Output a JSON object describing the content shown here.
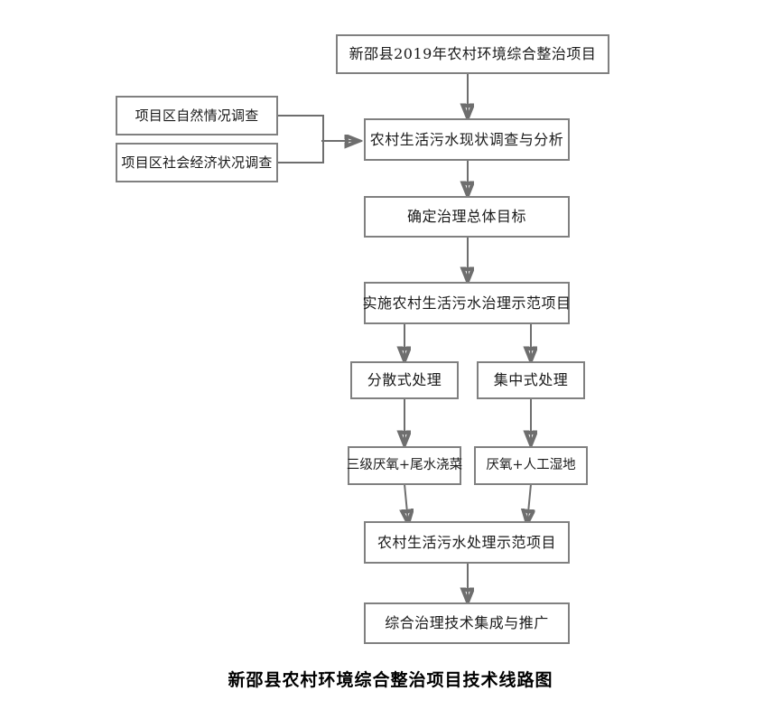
{
  "figure": {
    "caption": "新邵县农村环境综合整治项目技术线路图",
    "background_color": "#ffffff",
    "box_border_color": "#808080",
    "connector_color": "#6e6e6e",
    "text_color": "#1a1a1a"
  },
  "nodes": {
    "root": {
      "label": "新邵县2019年农村环境综合整治项目"
    },
    "input_natural": {
      "label": "项目区自然情况调查"
    },
    "input_socioeconomic": {
      "label": "项目区社会经济状况调查"
    },
    "survey_analysis": {
      "label": "农村生活污水现状调查与分析"
    },
    "overall_goal": {
      "label": "确定治理总体目标"
    },
    "demo_project": {
      "label": "实施农村生活污水治理示范项目"
    },
    "decentralized": {
      "label": "分散式处理"
    },
    "centralized": {
      "label": "集中式处理"
    },
    "tech_decentralized": {
      "label": "三级厌氧+尾水浇菜"
    },
    "tech_centralized": {
      "label": "厌氧+人工湿地"
    },
    "treatment_demo": {
      "label": "农村生活污水处理示范项目"
    },
    "integration_promotion": {
      "label": "综合治理技术集成与推广"
    }
  },
  "edges": [
    {
      "from": "root",
      "to": "survey_analysis",
      "arrow": true
    },
    {
      "from": "input_natural",
      "to": "survey_analysis",
      "arrow": true
    },
    {
      "from": "input_socioeconomic",
      "to": "survey_analysis",
      "arrow": true
    },
    {
      "from": "survey_analysis",
      "to": "overall_goal",
      "arrow": true
    },
    {
      "from": "overall_goal",
      "to": "demo_project",
      "arrow": true
    },
    {
      "from": "demo_project",
      "to": "decentralized",
      "arrow": true
    },
    {
      "from": "demo_project",
      "to": "centralized",
      "arrow": true
    },
    {
      "from": "decentralized",
      "to": "tech_decentralized",
      "arrow": true
    },
    {
      "from": "centralized",
      "to": "tech_centralized",
      "arrow": true
    },
    {
      "from": "tech_decentralized",
      "to": "treatment_demo",
      "arrow": true
    },
    {
      "from": "tech_centralized",
      "to": "treatment_demo",
      "arrow": true
    },
    {
      "from": "treatment_demo",
      "to": "integration_promotion",
      "arrow": true
    }
  ]
}
